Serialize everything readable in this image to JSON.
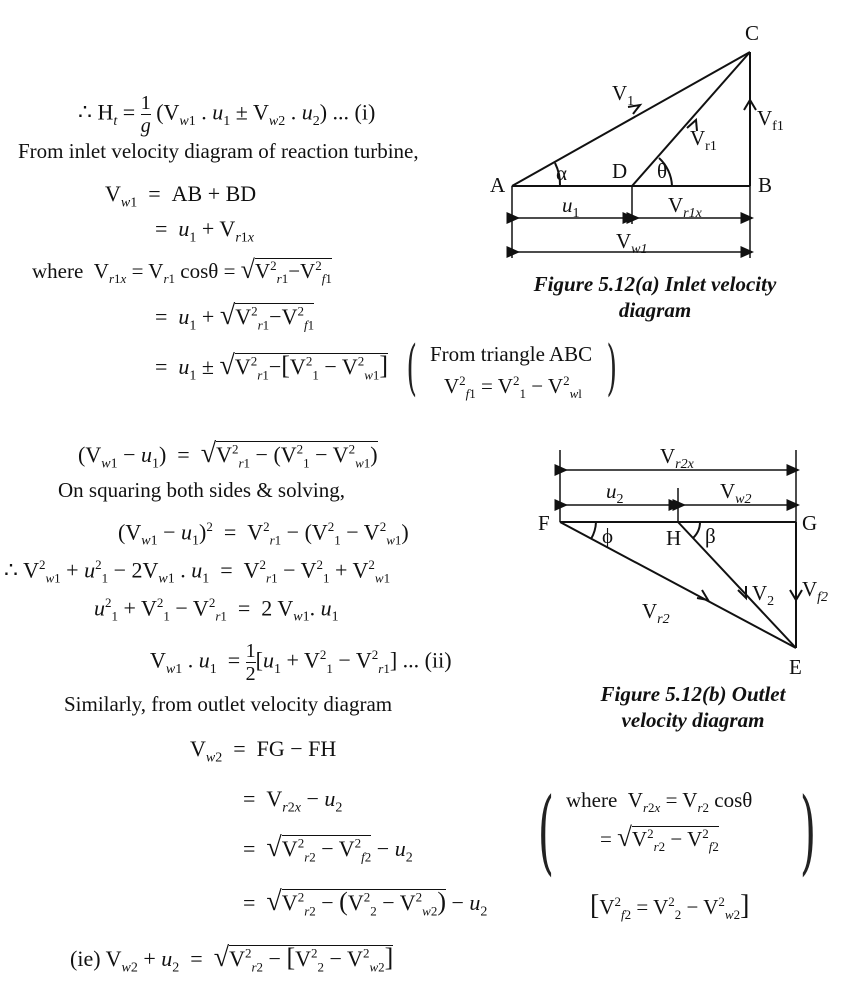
{
  "text_lines": [
    "∴ Hₜ = (1/g)(V_w1 · u₁ ± V_w2 · u₂) ... (i)",
    "From inlet velocity diagram of reaction turbine,",
    "V_w1 = AB + BD",
    "= u₁ + V_r1x",
    "where V_r1x = V_r1 cosθ = √(V²_r1 − V²_f1)",
    "= u₁ + √(V²_r1 − V²_f1)",
    "= u₁ ± √(V²_r1 − [V²₁ − V²_w1])",
    "From triangle ABC",
    "V²_f1 = V²₁ − V²_w1",
    "(V_w1 − u₁) = √(V²_r1 − (V²₁ − V²_w1))",
    "On squaring both sides & solving,",
    "(V_w1 − u₁)² = V²_r1 − (V²₁ − V²_w1)",
    "∴ V²_w1 + u²₁ − 2V_w1 · u₁ = V²_r1 − V²₁ + V²_w1",
    "u²₁ + V²₁ − V²_r1 = 2 V_w1 · u₁",
    "V_w1 · u₁ = ½[u₁ + V²₁ − V²_r1] ... (ii)",
    "Similarly, from outlet velocity diagram",
    "V_w2 = FG − FH",
    "= V_r2x − u₂",
    "= √(V²_r2 − V²_f2) − u₂",
    "= √(V²_r2 − (V²₂ − V²_w2)) − u₂",
    "(ie) V_w2 + u₂ = √(V²_r2 − [V²₂ − V²_w2])",
    "where V_r2x = V_r2 cosθ",
    "= √(V²_r2 − V²_f2)",
    "[V²_f2 = V²₂ − V²_w2]"
  ],
  "fig_a": {
    "caption": [
      "Figure 5.12(a) Inlet velocity",
      "diagram"
    ],
    "labels": {
      "A": "A",
      "B": "B",
      "C": "C",
      "D": "D",
      "alpha": "α",
      "theta": "θ"
    }
  },
  "fig_b": {
    "caption": [
      "Figure 5.12(b) Outlet",
      "velocity diagram"
    ],
    "labels": {
      "F": "F",
      "G": "G",
      "H": "H",
      "E": "E",
      "phi": "ϕ",
      "beta": "β"
    }
  },
  "colors": {
    "ink": "#111111",
    "paper": "#ffffff"
  }
}
